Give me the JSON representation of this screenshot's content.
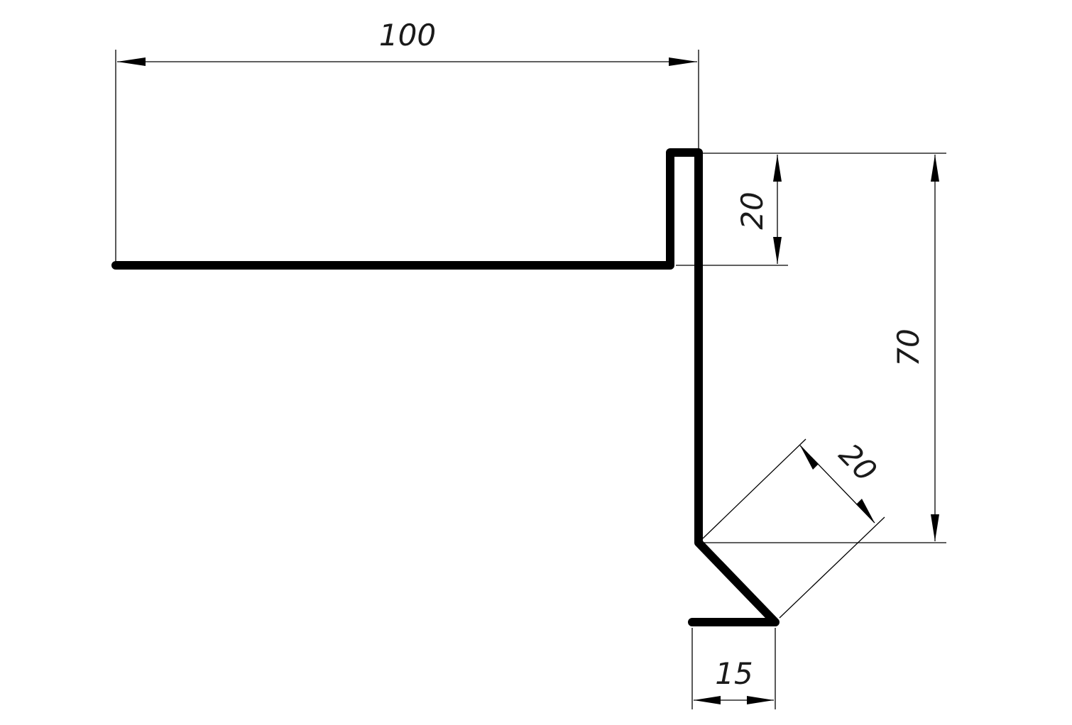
{
  "dimensions": {
    "top_width": "100",
    "hem_height": "20",
    "total_height": "70",
    "slant_length": "20",
    "bottom_flange": "15"
  },
  "colors": {
    "line": "#000000",
    "background": "#ffffff"
  }
}
